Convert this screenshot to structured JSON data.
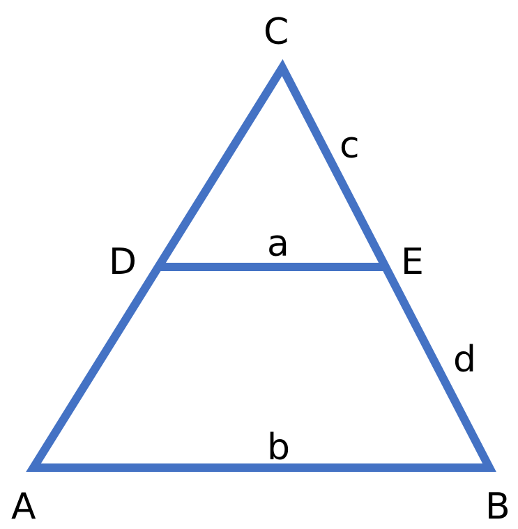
{
  "diagram": {
    "line_color": "#4472c4",
    "vertices": {
      "A": "A",
      "B": "B",
      "C": "C",
      "D": "D",
      "E": "E"
    },
    "segments": {
      "a": "a",
      "b": "b",
      "c": "c",
      "d": "d"
    }
  }
}
